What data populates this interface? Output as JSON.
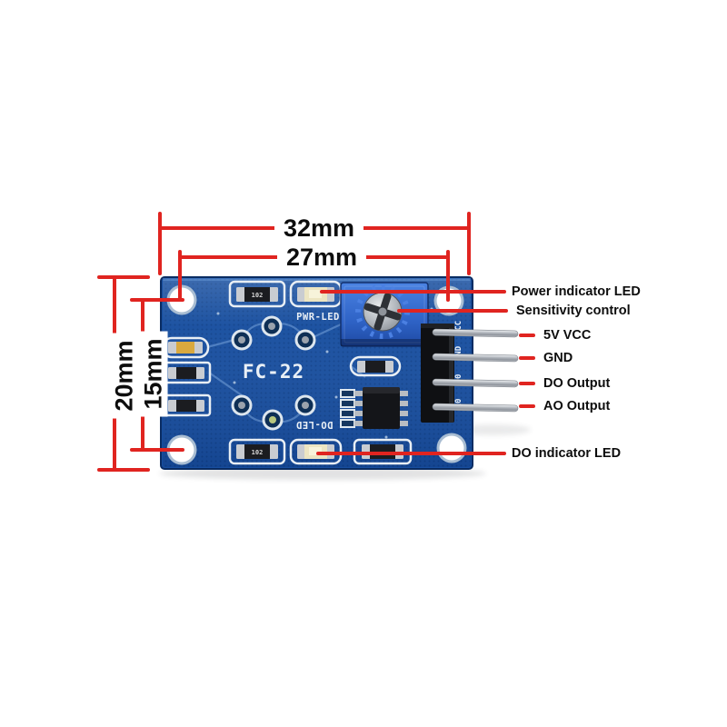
{
  "dimensions": {
    "outer_width": "32mm",
    "inner_width": "27mm",
    "outer_height": "20mm",
    "inner_height": "15mm"
  },
  "callouts": {
    "power_led": "Power indicator LED",
    "sensitivity": "Sensitivity control",
    "vcc": "5V VCC",
    "gnd": "GND",
    "do_out": "DO Output",
    "ao_out": "AO Output",
    "do_led": "DO indicator LED"
  },
  "board": {
    "model": "FC-22",
    "pwr_led_silk": "PWR-LED",
    "do_led_silk": "DO-LED",
    "pin_labels": [
      "VCC",
      "GND",
      "D0",
      "A0"
    ],
    "resistor_marking": "102"
  },
  "colors": {
    "annotation_red": "#e02420",
    "board_blue": "#174e9f",
    "trimmer_blue": "#3a71d2",
    "silkscreen": "#eaf0f6",
    "label_text": "#0d0d0d"
  }
}
